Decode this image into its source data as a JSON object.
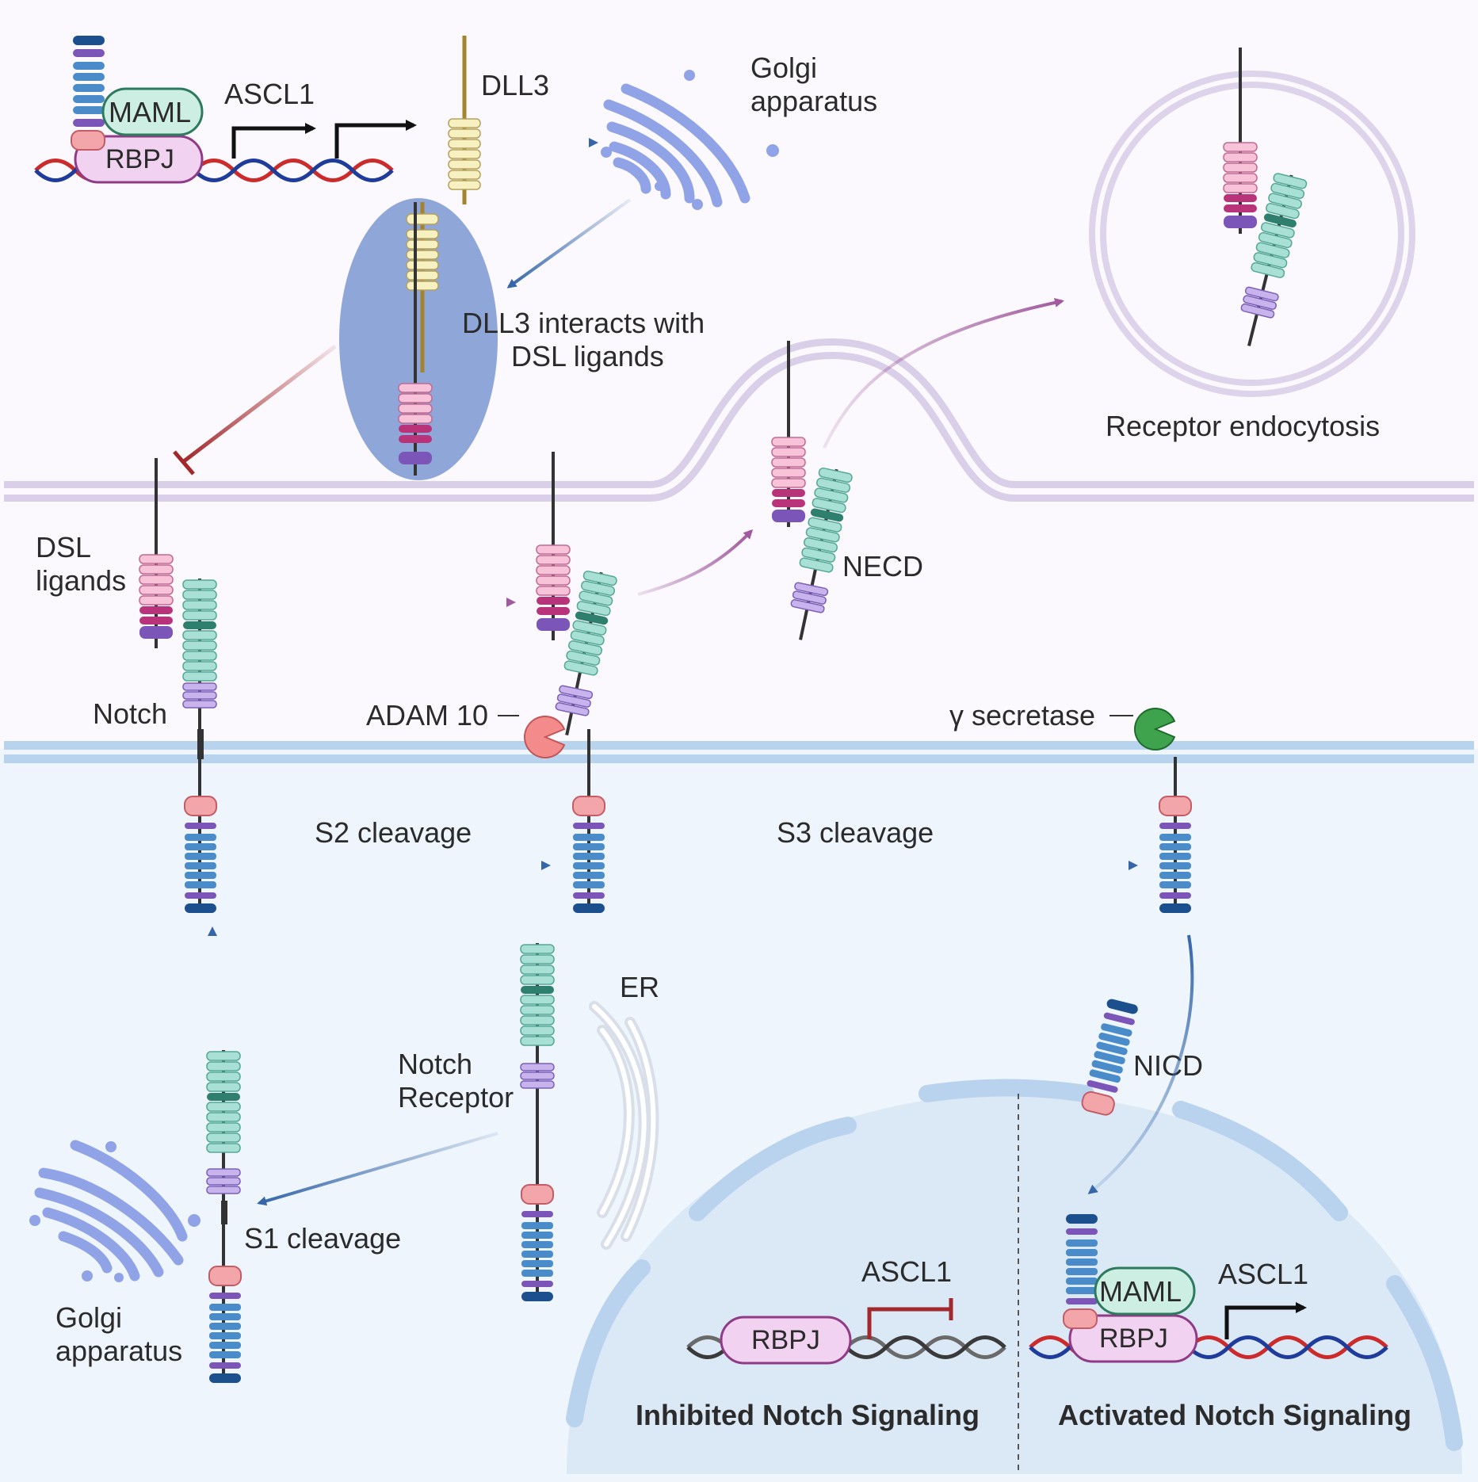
{
  "labels": {
    "maml_top": "MAML",
    "rbpj_top": "RBPJ",
    "ascl1_top": "ASCL1",
    "dll3": "DLL3",
    "golgi_top_1": "Golgi",
    "golgi_top_2": "apparatus",
    "dll3_interacts_1": "DLL3 interacts with",
    "dll3_interacts_2": "DSL ligands",
    "receptor_endocytosis": "Receptor endocytosis",
    "dsl_ligands_1": "DSL",
    "dsl_ligands_2": "ligands",
    "necd": "NECD",
    "notch": "Notch",
    "adam10": "ADAM 10",
    "gamma_secretase": "γ secretase",
    "s2_cleavage": "S2 cleavage",
    "s3_cleavage": "S3 cleavage",
    "er": "ER",
    "notch_receptor_1": "Notch",
    "notch_receptor_2": "Receptor",
    "nicd": "NICD",
    "s1_cleavage": "S1 cleavage",
    "golgi_bottom_1": "Golgi",
    "golgi_bottom_2": "apparatus",
    "ascl1_inhibited": "ASCL1",
    "rbpj_inhibited": "RBPJ",
    "maml_activated": "MAML",
    "ascl1_activated": "ASCL1",
    "rbpj_activated": "RBPJ",
    "inhibited_signaling": "Inhibited Notch Signaling",
    "activated_signaling": "Activated Notch Signaling"
  },
  "colors": {
    "membrane_purple": "#d9cfe8",
    "membrane_blue": "#b8d3ee",
    "cytoplasm": "#eef5fc",
    "nucleus": "#dbe9f7",
    "notch_teal": "#a8e0d6",
    "notch_dark_teal": "#2f7f6e",
    "ligand_pink": "#f8c3d8",
    "ligand_magenta": "#b8337a",
    "intracellular_blue": "#4a8cc9",
    "dll3_yellow": "#f7f0c0",
    "golgi_blue": "#8fa3e6",
    "adam10_pink": "#f48b8b",
    "gamma_green": "#3fa34d",
    "arrow_blue": "#3566a8",
    "arrow_purple": "#a05a9e",
    "inhibit_red": "#a3282b",
    "promoter_black": "#111111"
  }
}
